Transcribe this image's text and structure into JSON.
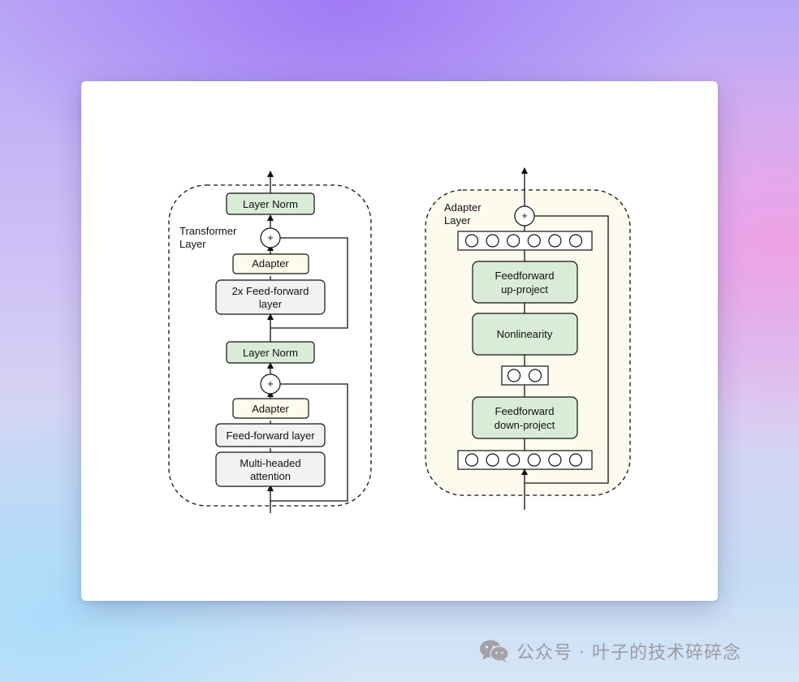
{
  "left_diagram": {
    "container_label_line1": "Transformer",
    "container_label_line2": "Layer",
    "top_layer_norm": "Layer Norm",
    "upper_adapter": "Adapter",
    "feedforward_2x_line1": "2x Feed-forward",
    "feedforward_2x_line2": "layer",
    "mid_layer_norm": "Layer Norm",
    "lower_adapter": "Adapter",
    "feedforward": "Feed-forward layer",
    "attention_line1": "Multi-headed",
    "attention_line2": "attention",
    "plus_symbol": "+"
  },
  "right_diagram": {
    "container_label_line1": "Adapter",
    "container_label_line2": "Layer",
    "up_project_line1": "Feedforward",
    "up_project_line2": "up-project",
    "nonlinearity": "Nonlinearity",
    "down_project_line1": "Feedforward",
    "down_project_line2": "down-project",
    "plus_symbol": "+",
    "wide_vector_units": 6,
    "bottleneck_vector_units": 2
  },
  "colors": {
    "green_box": "#d9ecd7",
    "yellow_box": "#fdfbe9",
    "gray_box": "#f2f2f2",
    "adapter_container_fill": "#fdfbee"
  },
  "watermark": {
    "text": "公众号 · 叶子的技术碎碎念",
    "icon": "wechat-icon"
  }
}
